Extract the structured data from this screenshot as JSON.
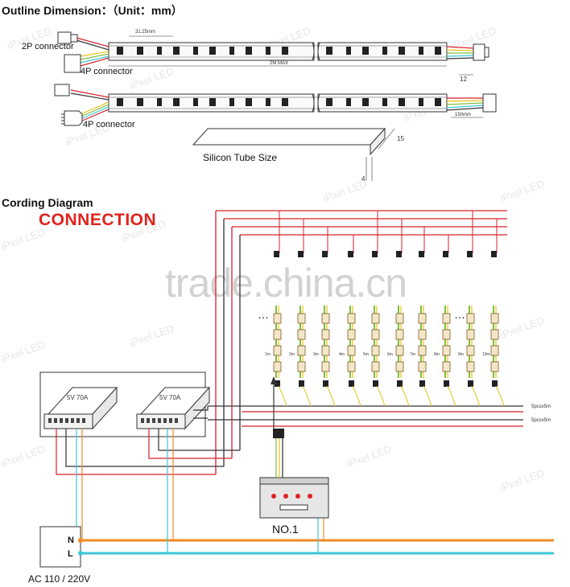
{
  "outline": {
    "title": "Outline Dimension",
    "unit": "：（Unit：mm）",
    "connector_2p": "2P connector",
    "connector_4p_a": "4P connector",
    "connector_4p_b": "4P connector",
    "dim_pitch": "31.25mm",
    "dim_length": "2M MAX",
    "dim_width": "12",
    "dim_lead": "150mm",
    "tube_caption": "Silicon Tube Size",
    "tube_h": "15",
    "tube_w": "4"
  },
  "cording": {
    "title": "Cording Diagram",
    "connection": "CONNECTION",
    "psu1_label": "5V 70A",
    "psu2_label": "5V 70A",
    "strip_spec_1": "5pcsx5m",
    "strip_spec_2": "5pcsx5m",
    "controller_name": "NO.1",
    "mains_n": "N",
    "mains_l": "L",
    "ac_label": "AC 110 / 220V",
    "ellipsis_1": "…",
    "ellipsis_2": "…",
    "strip_numbers": [
      "1m",
      "2m",
      "3m",
      "4m",
      "5m",
      "6m",
      "7m",
      "8m",
      "9m",
      "10m"
    ]
  },
  "watermark": {
    "brand": "iPxel LED",
    "site": "trade.china.cn"
  },
  "colors": {
    "red_wire": "#d8202a",
    "dark_wire": "#444444",
    "green_wire": "#7fbf3a",
    "yellow_wire": "#e8c21a",
    "orange_mains": "#f08a24",
    "cyan_mains": "#3cc6d8",
    "heading_red": "#e0231c"
  }
}
